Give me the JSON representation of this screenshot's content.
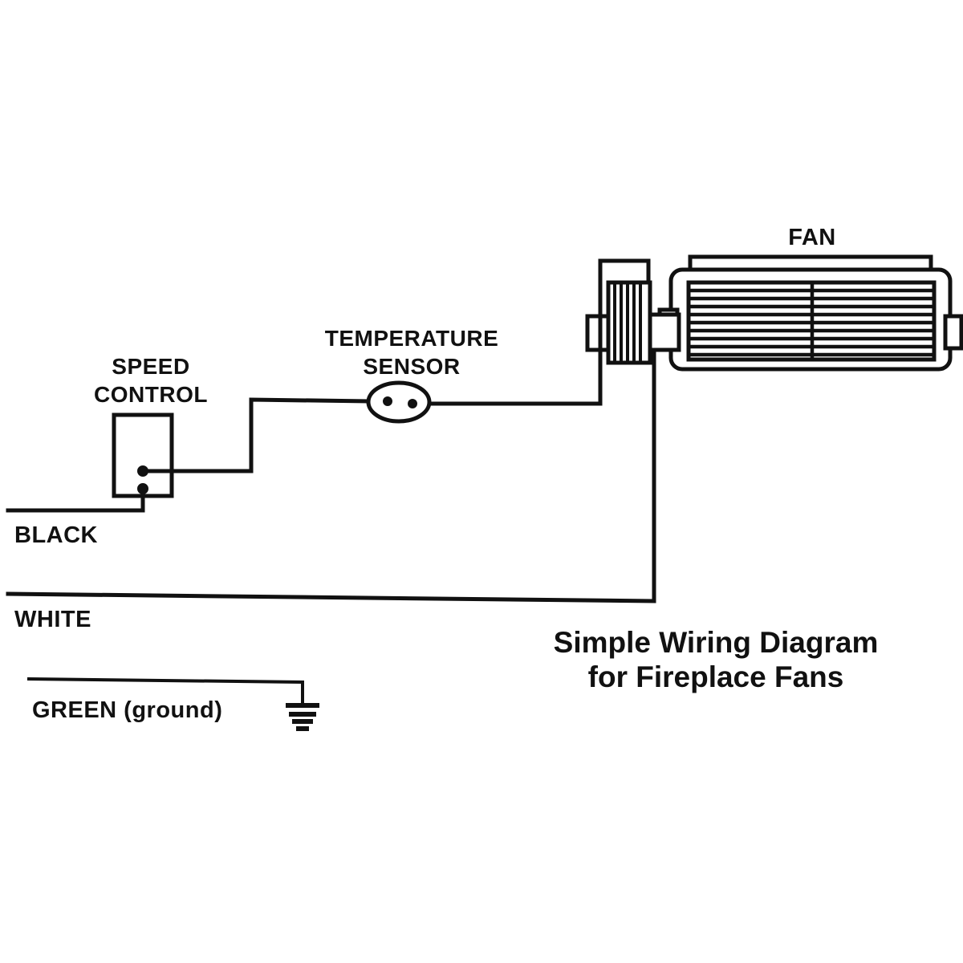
{
  "diagram": {
    "caption_line1": "Simple Wiring Diagram",
    "caption_line2": "for Fireplace Fans",
    "background_color": "#ffffff",
    "line_color": "#111111",
    "labels": {
      "fan": "FAN",
      "speed_control_line1": "SPEED",
      "speed_control_line2": "CONTROL",
      "temperature_sensor_line1": "TEMPERATURE",
      "temperature_sensor_line2": "SENSOR",
      "black_wire": "BLACK",
      "white_wire": "WHITE",
      "green_wire": "GREEN (ground)"
    },
    "components": [
      {
        "id": "speed-control",
        "name": "Speed Control",
        "label": "SPEED CONTROL",
        "terminals": 2,
        "terminal_labels": [
          "upper-terminal",
          "lower-terminal"
        ]
      },
      {
        "id": "temperature-sensor",
        "name": "Temperature Sensor",
        "label": "TEMPERATURE SENSOR",
        "shape": "ellipse",
        "terminals": 2
      },
      {
        "id": "fan-motor",
        "name": "Fan Motor",
        "shape": "coil-block",
        "coil_lines": 6
      },
      {
        "id": "fan-blower",
        "name": "Blower Fan",
        "label": "FAN",
        "blade_lines": 11
      },
      {
        "id": "ground-symbol",
        "name": "Earth Ground",
        "bars": 4
      }
    ],
    "wires": [
      {
        "id": "black-wire",
        "label": "BLACK",
        "color_name": "BLACK",
        "from": "left-edge-supply",
        "to": "speed-control-lower-terminal"
      },
      {
        "id": "control-to-sensor-wire",
        "label": "",
        "from": "speed-control-upper-terminal",
        "to": "temperature-sensor-left-terminal"
      },
      {
        "id": "sensor-to-motor-wire",
        "label": "",
        "from": "temperature-sensor-right-terminal",
        "to": "fan-motor-bracket"
      },
      {
        "id": "white-wire",
        "label": "WHITE",
        "color_name": "WHITE",
        "from": "left-edge-supply",
        "to": "fan-motor-shaft-collar"
      },
      {
        "id": "green-wire",
        "label": "GREEN (ground)",
        "color_name": "GREEN",
        "from": "left-edge-supply",
        "to": "ground-symbol"
      }
    ]
  }
}
